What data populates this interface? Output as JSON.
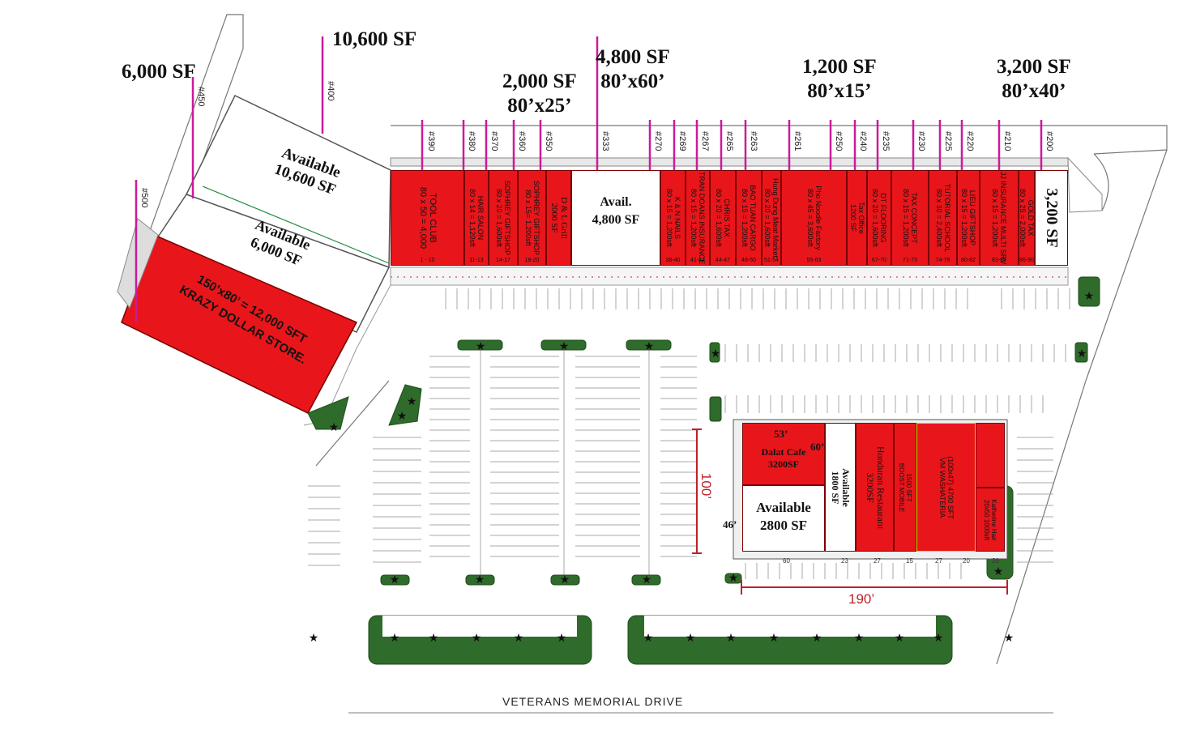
{
  "annotations": [
    {
      "id": "a6000",
      "text": "6,000 SF"
    },
    {
      "id": "a10600",
      "text": "10,600 SF"
    },
    {
      "id": "a2000",
      "text": "2,000 SF\n80’x25’"
    },
    {
      "id": "a4800",
      "text": "4,800 SF\n80’x60’"
    },
    {
      "id": "a1200",
      "text": "1,200 SF\n80’x15’"
    },
    {
      "id": "a3200",
      "text": "3,200 SF\n80’x40’"
    }
  ],
  "unit_numbers": [
    "#500",
    "#450",
    "#400",
    "#390",
    "#380",
    "#370",
    "#360",
    "#350",
    "#333",
    "#270",
    "#269",
    "#267",
    "#265",
    "#263",
    "#261",
    "#250",
    "#240",
    "#235",
    "#230",
    "#225",
    "#220",
    "#210",
    "#200"
  ],
  "west_wing": {
    "available_10600": "Available\n10,600 SF",
    "available_6000": "Available\n6,000 SF",
    "krazy": "150’x80’ = 12,000 SFT\nKRAZY DOLLAR STORE."
  },
  "strip_units": [
    {
      "label": "TOOL CLUB\n80 x 50 = 4,000",
      "range": "1 - 10",
      "avail": false
    },
    {
      "label": "HAIR SALON\n80 x 14 = 1,120sft",
      "range": "11-13",
      "avail": false
    },
    {
      "label": "SOPHREY GIFTSHOP\n80 x 20 = 1,600sft",
      "range": "14-17",
      "avail": false
    },
    {
      "label": "SOPHREY GIFTSHOP\n80 x 15= 1,200sft",
      "range": "18-20",
      "avail": false
    },
    {
      "label": "D & L Grill\n2000 SF",
      "range": "",
      "avail": false
    },
    {
      "label": "Avail.\n4,800 SF",
      "range": "",
      "avail": true
    },
    {
      "label": "K & N NAILS\n80 x 15 = 1,200sft",
      "range": "38-40",
      "avail": false
    },
    {
      "label": "TRAN DOANS INSURANCE\n80 x 15 = 1,200sft",
      "range": "41-43",
      "avail": false
    },
    {
      "label": "CHRIS TAX\n80 x 20 = 1,600sft",
      "range": "44-47",
      "avail": false
    },
    {
      "label": "BAO TUAN CARGO\n80 x 15 = 1,200sft",
      "range": "48-50",
      "avail": false
    },
    {
      "label": "Hung Dung Meat Market\n80 x 20 = 1,600sft",
      "range": "51-54",
      "avail": false
    },
    {
      "label": "Pho Noodle Factory\n80 x 45 = 3,600sft",
      "range": "55-63",
      "avail": false
    },
    {
      "label": "Tax Office\n1200 SF",
      "range": "",
      "avail": false
    },
    {
      "label": "DT FLOORING\n80 x 20 = 1,600sft",
      "range": "67-70",
      "avail": false
    },
    {
      "label": "TAX CONCEPT\n80 x 15 = 1,200sft",
      "range": "71-73",
      "avail": false
    },
    {
      "label": "TUTORIAL SCHOOL\n80 x 30 = 2,400sft",
      "range": "74-79",
      "avail": false
    },
    {
      "label": "LIEU GIFTSHOP\n80 x 15 = 1,200sft",
      "range": "80-82",
      "avail": false
    },
    {
      "label": "JJ INSURANCE MULTI SRV\n80 x 15 = 1,200sft",
      "range": "83-85",
      "avail": false
    },
    {
      "label": "GOLD TAX\n80 x 25 = 2,000sft",
      "range": "86-90",
      "avail": false
    },
    {
      "label": "3,200 SF",
      "range": "",
      "avail": true
    }
  ],
  "pad_building": {
    "dim_53": "53’",
    "dim_60": "60’",
    "dim_46": "46’",
    "dim_100": "100’",
    "dim_190": "190’",
    "dalat": "Dalat Cafe\n3200SF",
    "avail2800": "Available\n2800 SF",
    "avail1800": "Available\n1800 SF",
    "honduran": "Honduran Restaurant\n3200SF",
    "boost": "1500 SFT\nBOOST MOBILE",
    "washateria": "(100x47) 4700 SFT\nVM WASHATERIA",
    "katherine": "Katherine Hair\n20x50 1000sft",
    "depths": [
      "60",
      "23",
      "27",
      "15",
      "27",
      "20",
      "20"
    ]
  },
  "road": "VETERANS MEMORIAL DRIVE",
  "colors": {
    "leased": "#e8161b",
    "available": "#ffffff",
    "marker": "#cc1a9a",
    "landscape": "#2f6b2a",
    "dim_line": "#c0202a"
  }
}
